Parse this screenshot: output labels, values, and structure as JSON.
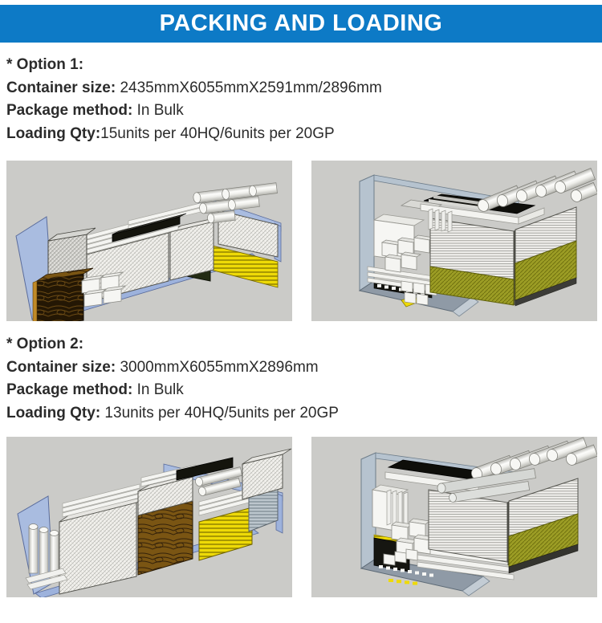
{
  "header": {
    "title": "PACKING AND LOADING"
  },
  "palette": {
    "banner_bg": "#0d7ac6",
    "banner_text": "#ffffff",
    "body_text": "#2b2b2b",
    "render_bg": "#cbcbc8",
    "container_blue": "#a9bce0",
    "accent_yellow": "#eeda07",
    "accent_olive": "#9c9d25"
  },
  "options": [
    {
      "heading": "* Option 1:",
      "specs": [
        {
          "label": "Container size:",
          "value": " 2435mmX6055mmX2591mm/2896mm"
        },
        {
          "label": "Package method:",
          "value": " In Bulk"
        },
        {
          "label": "Loading Qty:",
          "value": "15units per 40HQ/6units per 20GP"
        }
      ]
    },
    {
      "heading": "* Option 2:",
      "specs": [
        {
          "label": "Container size:",
          "value": " 3000mmX6055mmX2896mm"
        },
        {
          "label": "Package method:",
          "value": " In Bulk"
        },
        {
          "label": "Loading Qty:",
          "value": " 13units per 40HQ/5units per 20GP"
        }
      ]
    }
  ]
}
